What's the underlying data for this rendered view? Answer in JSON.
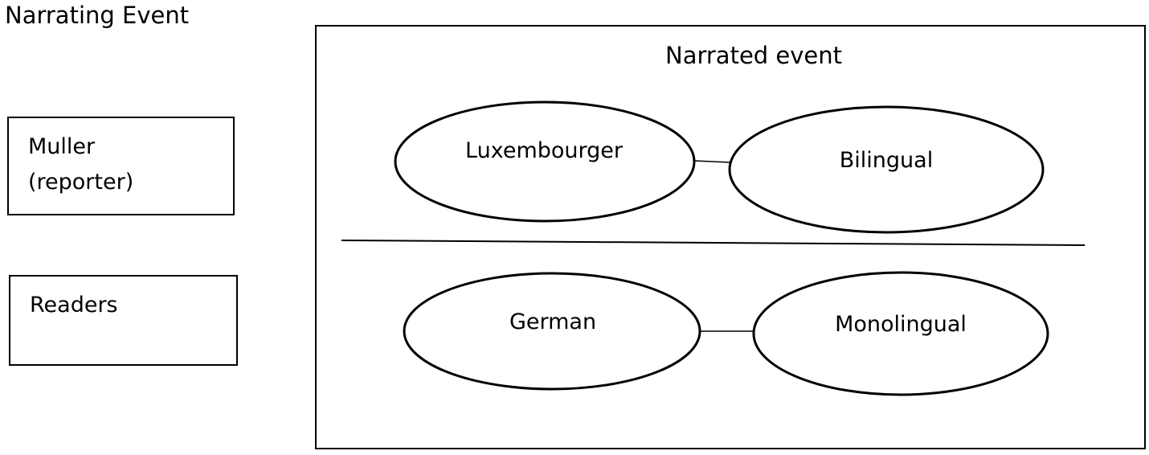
{
  "narrating_event": {
    "title": "Narrating Event",
    "participants": [
      {
        "lines": [
          "Muller",
          "(reporter)"
        ]
      },
      {
        "lines": [
          "Readers"
        ]
      }
    ]
  },
  "narrated_event": {
    "title": "Narrated event",
    "rows": [
      {
        "left": "Luxembourger",
        "right": "Bilingual"
      },
      {
        "left": "German",
        "right": "Monolingual"
      }
    ]
  }
}
